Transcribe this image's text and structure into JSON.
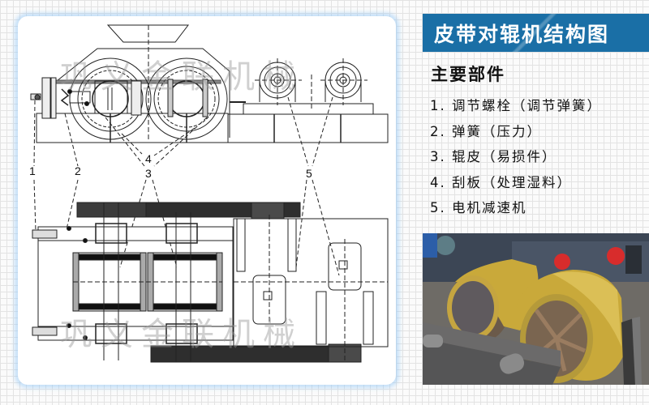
{
  "header": {
    "title": "皮带对辊机结构图"
  },
  "parts": {
    "section_title": "主要部件",
    "items": [
      {
        "number": "1",
        "label": "1. 调节螺栓（调节弹簧）"
      },
      {
        "number": "2",
        "label": "2. 弹簧（压力）"
      },
      {
        "number": "3",
        "label": "3. 辊皮（易损件）"
      },
      {
        "number": "4",
        "label": "4. 刮板（处理湿料）"
      },
      {
        "number": "5",
        "label": "5. 电机减速机"
      }
    ]
  },
  "drawing": {
    "watermark": "巩义金联机械",
    "callouts": [
      "1",
      "2",
      "3",
      "4",
      "5"
    ],
    "views": [
      "front-elevation",
      "top-plan"
    ]
  },
  "photo": {
    "description": "belt double roller crusher rollers photo"
  },
  "colors": {
    "title_bar": "#1a6fa6",
    "card_glow": "#96c8f5",
    "roller_shell": "#c9a93a"
  }
}
